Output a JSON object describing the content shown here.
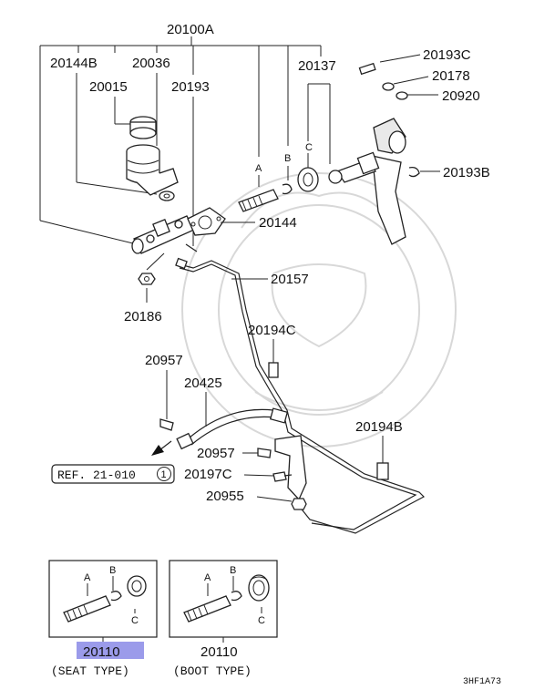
{
  "labels": {
    "top_assembly": "20100A",
    "l20144B": "20144B",
    "l20036": "20036",
    "l20015": "20015",
    "l20193": "20193",
    "l20137": "20137",
    "l20193C": "20193C",
    "l20178": "20178",
    "l20920": "20920",
    "l20193B": "20193B",
    "l20144": "20144",
    "l20157": "20157",
    "l20186": "20186",
    "l20194C": "20194C",
    "l20957_top": "20957",
    "l20425": "20425",
    "l20194B": "20194B",
    "l20957_mid": "20957",
    "l20197C": "20197C",
    "l20955": "20955",
    "ref": "REF. 21-010",
    "ref_num": "1",
    "letter_a": "A",
    "letter_b": "B",
    "letter_c": "C"
  },
  "insets": {
    "seat": {
      "part_no": "20110",
      "caption": "(SEAT TYPE)",
      "highlight_color": "#9b9bea"
    },
    "boot": {
      "part_no": "20110",
      "caption": "(BOOT TYPE)"
    }
  },
  "footer": {
    "code": "3HF1A73"
  }
}
